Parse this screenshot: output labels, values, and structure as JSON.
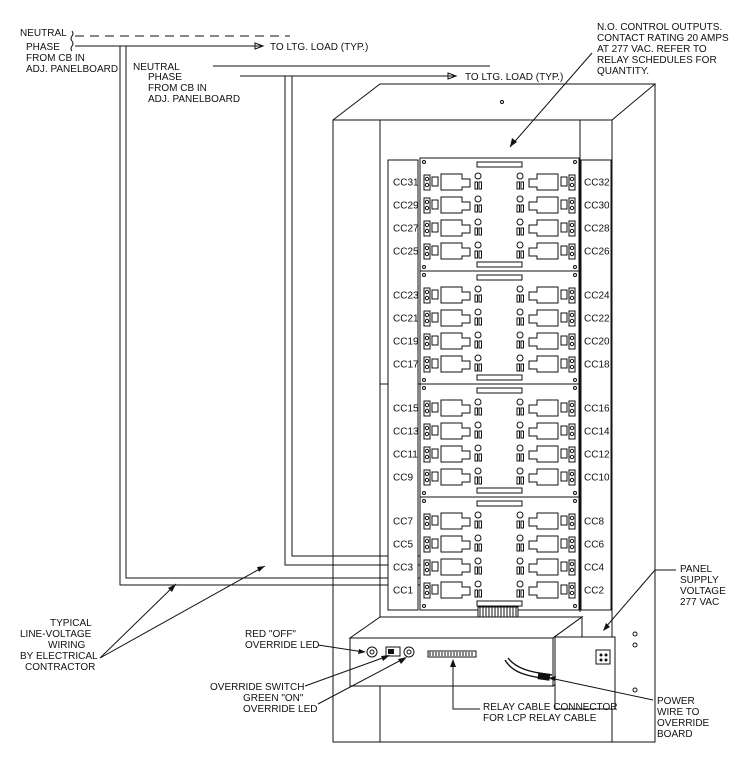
{
  "wiring": {
    "top_neutral": "NEUTRAL",
    "top_phase": [
      "PHASE",
      "FROM CB IN",
      "ADJ. PANELBOARD"
    ],
    "top_load": "TO LTG. LOAD (TYP.)",
    "mid_neutral": "NEUTRAL",
    "mid_phase": [
      "PHASE",
      "FROM CB IN",
      "ADJ. PANELBOARD"
    ],
    "mid_load": "TO LTG. LOAD (TYP.)"
  },
  "callouts": {
    "control_outputs": [
      "N.O. CONTROL OUTPUTS.",
      "CONTACT RATING 20 AMPS",
      "AT 277 VAC. REFER TO",
      "RELAY SCHEDULES FOR",
      "QUANTITY."
    ],
    "typical_wiring": [
      "TYPICAL",
      "LINE-VOLTAGE",
      "WIRING",
      "BY ELECTRICAL",
      "CONTRACTOR"
    ],
    "red_led": [
      "RED \"OFF\"",
      "OVERRIDE LED"
    ],
    "override_switch": "OVERRIDE SWITCH",
    "green_led": [
      "GREEN \"ON\"",
      "OVERRIDE LED"
    ],
    "relay_cable": [
      "RELAY CABLE CONNECTOR",
      "FOR LCP RELAY CABLE"
    ],
    "panel_supply": [
      "PANEL",
      "SUPPLY",
      "VOLTAGE",
      "277 VAC"
    ],
    "power_wire": [
      "POWER",
      "WIRE TO",
      "OVERRIDE",
      "BOARD"
    ]
  },
  "circuits_left": [
    "CC31",
    "CC29",
    "CC27",
    "CC25",
    "CC23",
    "CC21",
    "CC19",
    "CC17",
    "CC15",
    "CC13",
    "CC11",
    "CC9",
    "CC7",
    "CC5",
    "CC3",
    "CC1"
  ],
  "circuits_right": [
    "CC32",
    "CC30",
    "CC28",
    "CC26",
    "CC24",
    "CC22",
    "CC20",
    "CC18",
    "CC16",
    "CC14",
    "CC12",
    "CC10",
    "CC8",
    "CC6",
    "CC4",
    "CC2"
  ]
}
